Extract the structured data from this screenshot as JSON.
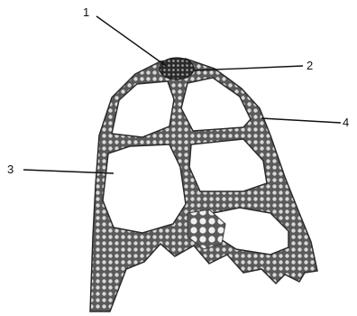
{
  "diagram": {
    "labels": [
      {
        "id": "1",
        "text": "1"
      },
      {
        "id": "2",
        "text": "2"
      },
      {
        "id": "3",
        "text": "3"
      },
      {
        "id": "4",
        "text": "4"
      }
    ]
  }
}
